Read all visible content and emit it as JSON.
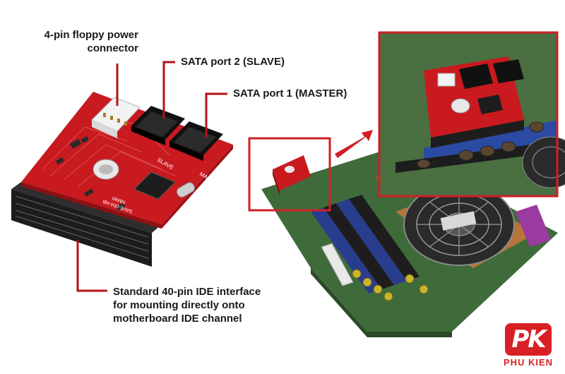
{
  "callouts": {
    "floppy": "4-pin floppy power\nconnector",
    "sata2": "SATA port 2 (SLAVE)",
    "sata1": "SATA port 1 (MASTER)",
    "ide_line1": "Standard 40-pin IDE interface",
    "ide_line2": "for mounting directly onto",
    "ide_line3": "motherboard IDE channel"
  },
  "board_print": {
    "slave": "SLAVE",
    "master": "MASTER",
    "model": "SAVE-004-NB",
    "model2": "NMWI"
  },
  "logo": {
    "mark": "PK",
    "text": "PHU KIEN"
  },
  "colors": {
    "pcb_red": "#c81a1f",
    "callout_line": "#b5121b",
    "motherboard_green": "#3f6b3a",
    "logo_red": "#d91f26"
  }
}
